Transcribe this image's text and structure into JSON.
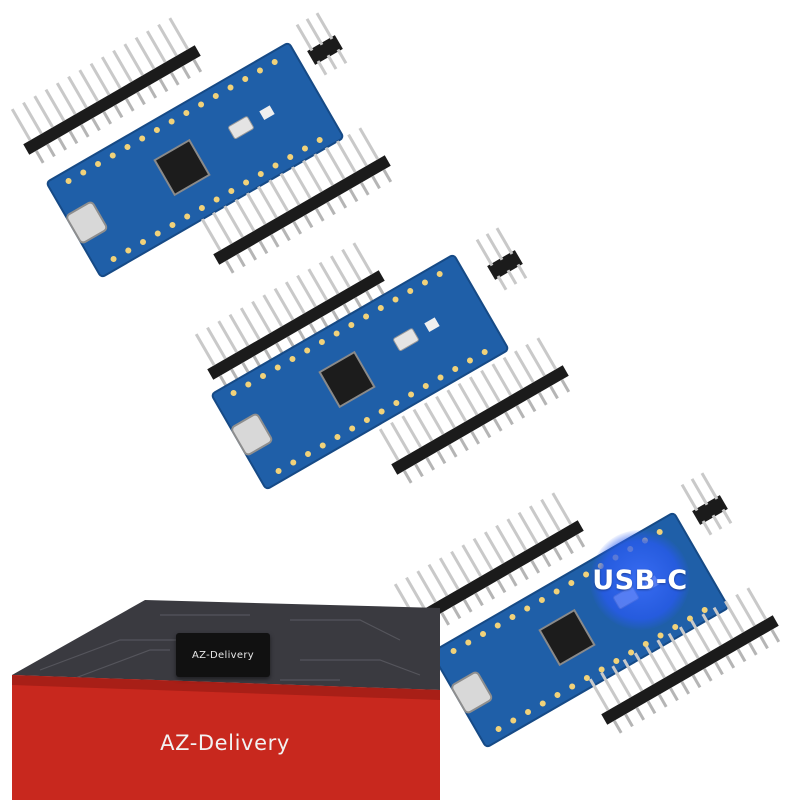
{
  "badge": {
    "label": "USB-C"
  },
  "box": {
    "brand_top": "AZ-Delivery",
    "brand_front": "AZ-Delivery"
  },
  "colors": {
    "pcb": "#1f5fa8",
    "pcb_dark": "#164a86",
    "header_plastic": "#1b1b1b",
    "pin_metal": "#c9c9c9",
    "box_top": "#3a3a40",
    "box_front": "#c8281e",
    "badge": "#3c6eff"
  }
}
